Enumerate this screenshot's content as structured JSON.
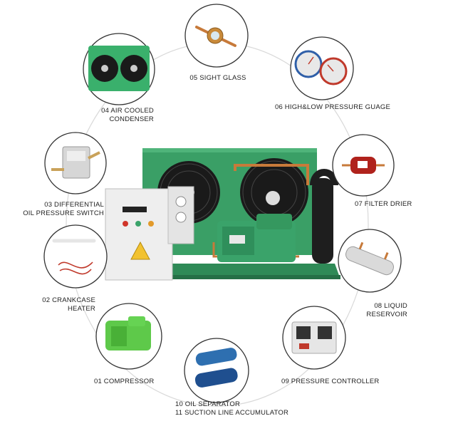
{
  "components": [
    {
      "id": "sight-glass",
      "lines": [
        "05 SIGHT GLASS"
      ]
    },
    {
      "id": "air-cooled-condenser",
      "lines": [
        "04 AIR COOLED",
        "CONDENSER"
      ]
    },
    {
      "id": "pressure-gauge",
      "lines": [
        "06 HIGH&LOW PRESSURE GUAGE"
      ]
    },
    {
      "id": "oil-pressure-switch",
      "lines": [
        "03 DIFFERENTIAL",
        "OIL PRESSURE SWITCH"
      ]
    },
    {
      "id": "filter-drier",
      "lines": [
        "07 FILTER DRIER"
      ]
    },
    {
      "id": "crankcase-heater",
      "lines": [
        "02 CRANKCASE",
        "HEATER"
      ]
    },
    {
      "id": "liquid-reservoir",
      "lines": [
        "08 LIQUID",
        "RESERVOIR"
      ]
    },
    {
      "id": "compressor",
      "lines": [
        "01 COMPRESSOR"
      ]
    },
    {
      "id": "pressure-controller",
      "lines": [
        "09 PRESSURE CONTROLLER"
      ]
    },
    {
      "id": "oil-separator",
      "lines": [
        "10 OIL SEPARATOR",
        "11 SUCTION LINE ACCUMULATOR"
      ]
    }
  ],
  "colors": {
    "unit_green": "#3aa36a",
    "ring": "#d8d8d8",
    "circle_border": "#333333"
  }
}
